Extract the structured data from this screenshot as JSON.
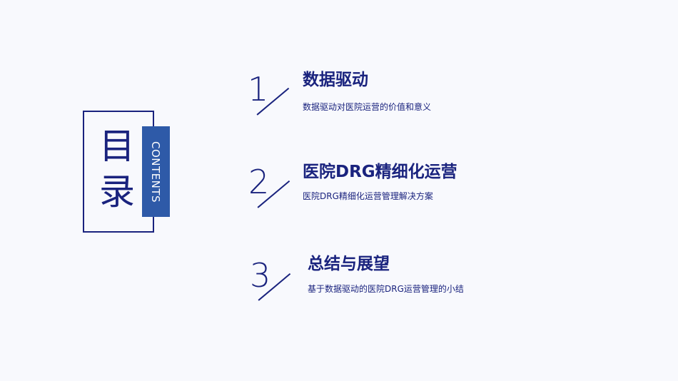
{
  "toc": {
    "title_line1": "目",
    "title_line2": "录",
    "contents_label": "CONTENTS"
  },
  "sections": [
    {
      "number": "1",
      "heading": "数据驱动",
      "subtitle": "数据驱动对医院运营的价值和意义"
    },
    {
      "number": "2",
      "heading": "医院DRG精细化运营",
      "subtitle": "医院DRG精细化运营管理解决方案"
    },
    {
      "number": "3",
      "heading": "总结与展望",
      "subtitle": "基于数据驱动的医院DRG运营管理的小结"
    }
  ],
  "colors": {
    "background": "#f8f9fd",
    "primary": "#1a237e",
    "band": "#2e5aa8"
  }
}
